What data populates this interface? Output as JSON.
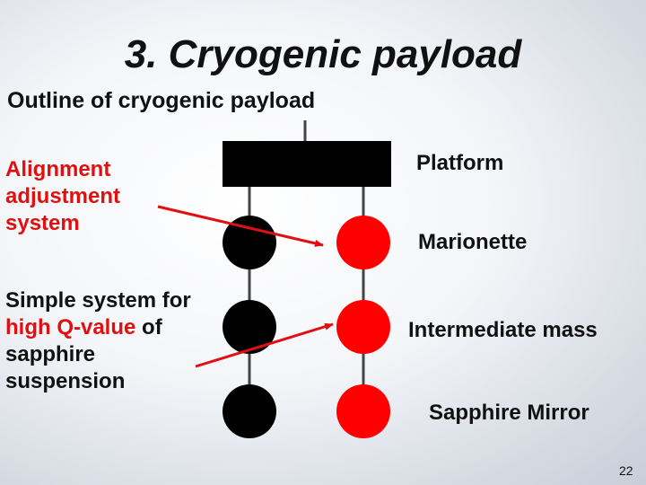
{
  "slide": {
    "title": "3. Cryogenic payload",
    "subtitle": "Outline of cryogenic payload",
    "page_number": "22"
  },
  "notes": {
    "alignment": {
      "text": "Alignment adjustment system"
    },
    "simple": {
      "line1": "Simple system for",
      "highlight": "high Q-value",
      "line2": " of sapphire suspension"
    }
  },
  "components": {
    "platform": "Platform",
    "marionette": "Marionette",
    "intermediate": "Intermediate mass",
    "mirror": "Sapphire Mirror"
  },
  "colors": {
    "black_mass": "#000000",
    "red_mass": "#ff0000",
    "arrow": "#e01010",
    "highlight_text": "#e01010"
  }
}
